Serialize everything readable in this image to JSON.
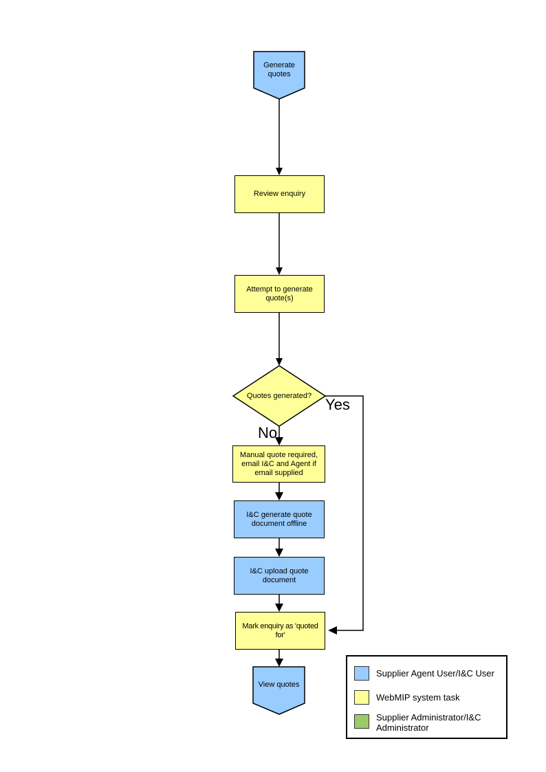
{
  "diagram": {
    "nodes": {
      "start": {
        "label": "Generate quotes",
        "shape": "terminator",
        "role_color": "#99CCFF"
      },
      "review": {
        "label": "Review enquiry",
        "shape": "process",
        "role_color": "#FFFF99"
      },
      "attempt": {
        "label": "Attempt to generate quote(s)",
        "shape": "process",
        "role_color": "#FFFF99"
      },
      "decision": {
        "label": "Quotes generated?",
        "shape": "decision",
        "role_color": "#FFFF99"
      },
      "manual": {
        "label": "Manual quote required, email I&C and Agent if email supplied",
        "shape": "process",
        "role_color": "#FFFF99"
      },
      "ic_generate": {
        "label": "I&C generate quote document offline",
        "shape": "process",
        "role_color": "#99CCFF"
      },
      "ic_upload": {
        "label": "I&C upload quote document",
        "shape": "process",
        "role_color": "#99CCFF"
      },
      "mark": {
        "label": "Mark enquiry as 'quoted for'",
        "shape": "process",
        "role_color": "#FFFF99"
      },
      "end": {
        "label": "View quotes",
        "shape": "terminator",
        "role_color": "#99CCFF"
      }
    },
    "branch_labels": {
      "yes": "Yes",
      "no": "No"
    }
  },
  "legend": {
    "items": [
      {
        "swatch_color": "#99CCFF",
        "label": "Supplier Agent User/I&C User"
      },
      {
        "swatch_color": "#FFFF99",
        "label": "WebMIP system task"
      },
      {
        "swatch_color": "#99CC66",
        "label": "Supplier Administrator/I&C Administrator"
      }
    ]
  },
  "colors": {
    "user_task": "#99CCFF",
    "system_task": "#FFFF99",
    "admin_task": "#99CC66",
    "connector": "#000000"
  }
}
